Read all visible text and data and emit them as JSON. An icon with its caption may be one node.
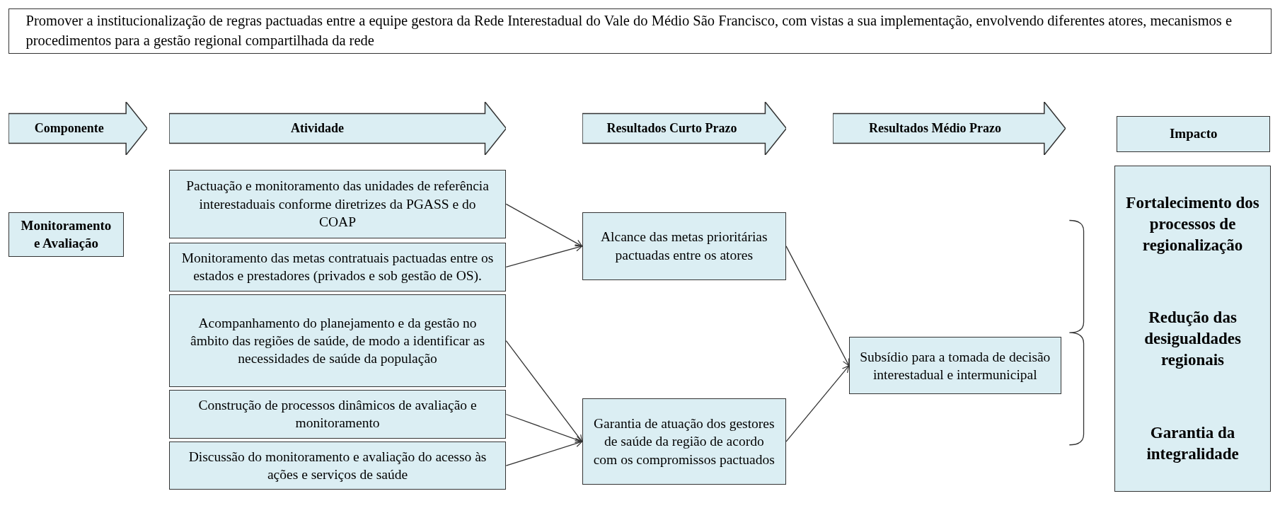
{
  "diagram": {
    "nodes": [
      {
        "text": [
          "Promover a institucionalização de regras pactuadas entre a equipe gestora da Rede Interestadual do Vale do Médio São Francisco, com vistas a sua implementação, envolvendo diferentes atores, mecanismos e procedimentos para a gestão regional compartilhada da rede"
        ]
      },
      {
        "text": [
          "Componente"
        ]
      },
      {
        "text": [
          "Atividade"
        ]
      },
      {
        "text": [
          "Resultados Curto Prazo"
        ]
      },
      {
        "text": [
          "Resultados Médio Prazo"
        ]
      },
      {
        "text": [
          "Impacto"
        ]
      },
      {
        "text": [
          "Monitoramento e Avaliação"
        ]
      },
      {
        "text": [
          "Pactuação e monitoramento das unidades de referência interestaduais conforme diretrizes da PGASS e do COAP"
        ]
      },
      {
        "text": [
          "Monitoramento das metas contratuais pactuadas entre os estados e prestadores (privados e sob gestão de OS)."
        ]
      },
      {
        "text": [
          "Acompanhamento do planejamento e da gestão no âmbito das regiões de saúde, de modo a identificar as necessidades de saúde da população"
        ]
      },
      {
        "text": [
          "Construção de processos dinâmicos de avaliação e monitoramento"
        ]
      },
      {
        "text": [
          "Discussão do monitoramento e avaliação do acesso às ações e serviços de saúde"
        ]
      },
      {
        "text": [
          "Alcance das metas prioritárias pactuadas entre os atores"
        ]
      },
      {
        "text": [
          "Garantia de atuação dos gestores de saúde da região de acordo com os compromissos pactuados"
        ]
      },
      {
        "text": [
          "Subsídio para a tomada de decisão interestadual e intermunicipal"
        ]
      },
      {
        "text": [
          "Fortalecimento dos processos de regionalização",
          "Redução das desigualdades regionais",
          "Garantia da integralidade"
        ]
      }
    ],
    "edges": [
      {
        "from": 7,
        "to": 12,
        "arrow": "to"
      },
      {
        "from": 8,
        "to": 12,
        "arrow": "to"
      },
      {
        "from": 9,
        "to": 13,
        "arrow": "to"
      },
      {
        "from": 10,
        "to": 13,
        "arrow": "to"
      },
      {
        "from": 11,
        "to": 13,
        "arrow": "to"
      },
      {
        "from": 12,
        "to": 14,
        "arrow": "to"
      },
      {
        "from": 13,
        "to": 14,
        "arrow": "to"
      }
    ]
  }
}
